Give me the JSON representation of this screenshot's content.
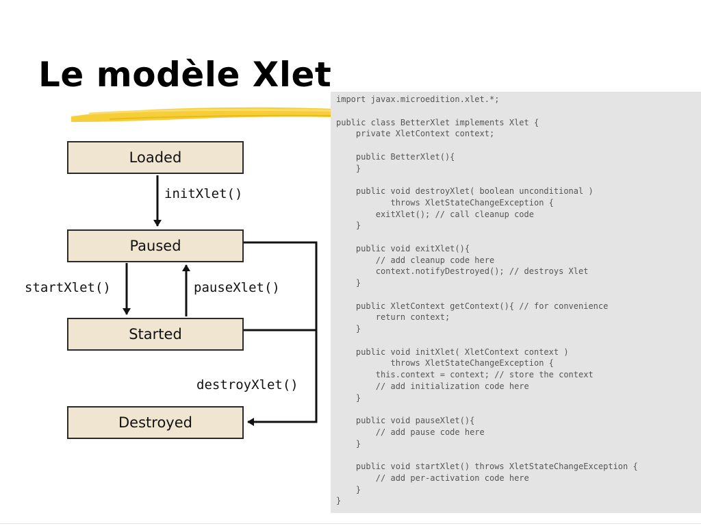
{
  "slide": {
    "title": "Le modèle Xlet"
  },
  "colors": {
    "state_fill": "#efe5d1",
    "code_bg": "#e4e4e4",
    "highlight": "#f5c518"
  },
  "diagram": {
    "states": {
      "loaded": "Loaded",
      "paused": "Paused",
      "started": "Started",
      "destroyed": "Destroyed"
    },
    "transitions": {
      "init": "initXlet()",
      "start": "startXlet()",
      "pause": "pauseXlet()",
      "destroy": "destroyXlet()"
    }
  },
  "code": [
    "import javax.microedition.xlet.*;",
    "",
    "public class BetterXlet implements Xlet {",
    "    private XletContext context;",
    "",
    "    public BetterXlet(){",
    "    }",
    "",
    "    public void destroyXlet( boolean unconditional )",
    "           throws XletStateChangeException {",
    "        exitXlet(); // call cleanup code",
    "    }",
    "",
    "    public void exitXlet(){",
    "        // add cleanup code here",
    "        context.notifyDestroyed(); // destroys Xlet",
    "    }",
    "",
    "    public XletContext getContext(){ // for convenience",
    "        return context;",
    "    }",
    "",
    "    public void initXlet( XletContext context )",
    "           throws XletStateChangeException {",
    "        this.context = context; // store the context",
    "        // add initialization code here",
    "    }",
    "",
    "    public void pauseXlet(){",
    "        // add pause code here",
    "    }",
    "",
    "    public void startXlet() throws XletStateChangeException {",
    "        // add per-activation code here",
    "    }",
    "}"
  ]
}
